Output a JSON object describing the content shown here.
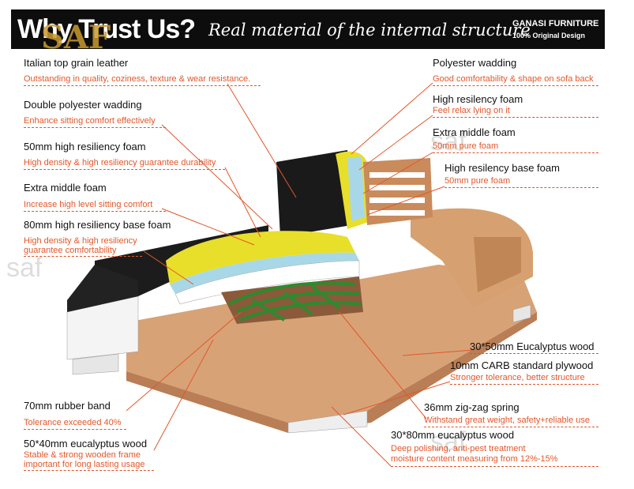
{
  "banner": {
    "headline": "Why Trust Us?",
    "tagline": "Real material of the internal structure",
    "brand": "GANASI FURNITURE",
    "brand_sub": "100% Original Design"
  },
  "watermark": {
    "logo": "SAF",
    "small_left": "saf",
    "small_mid": "saf",
    "small_bottom": "saf"
  },
  "left_labels": [
    {
      "title": "Italian top grain leather",
      "desc": "Outstanding in quality, coziness, texture & wear resistance."
    },
    {
      "title": "Double polyester wadding",
      "desc": "Enhance sitting comfort effectively"
    },
    {
      "title": "50mm high resiliency foam",
      "desc": "High density & high resiliency guarantee durability"
    },
    {
      "title": "Extra middle foam",
      "desc": "Increase high level sitting comfort"
    },
    {
      "title": "80mm high resiliency base foam",
      "desc": "High density & high resiliency",
      "desc2": "guarantee comfortability"
    },
    {
      "title": "70mm rubber band",
      "desc": "Tolerance exceeded 40%"
    },
    {
      "title": "50*40mm eucalyptus wood",
      "desc": "Stable & strong wooden frame",
      "desc2": "important for long lasting usage"
    }
  ],
  "right_labels": [
    {
      "title": "Polyester wadding",
      "desc": "Good comfortability & shape on sofa back"
    },
    {
      "title": "High resilency foam",
      "desc": "Feel relax lying on it"
    },
    {
      "title": "Extra middle foam",
      "desc": "50mm pure foam"
    },
    {
      "title": "High resilency base foam",
      "desc": "50mm pure foam"
    },
    {
      "title": "30*50mm Eucalyptus wood",
      "desc": ""
    },
    {
      "title": "10mm CARB standard plywood",
      "desc": "Stronger tolerance, better structure"
    },
    {
      "title": "36mm zig-zag spring",
      "desc": "Withstand great weight, safety+reliable use"
    },
    {
      "title": "30*80mm eucalyptus wood",
      "desc": "Deep polishing, anti-pest treatment",
      "desc2": "moisture content measuring from 12%-15%"
    }
  ],
  "colors": {
    "accent": "#e3572a",
    "leather": "#1a1a1a",
    "wood": "#d69a6c",
    "foam_yellow": "#e8df2a",
    "foam_blue": "#a8d8e8",
    "spring_green": "#2e8a2e"
  }
}
